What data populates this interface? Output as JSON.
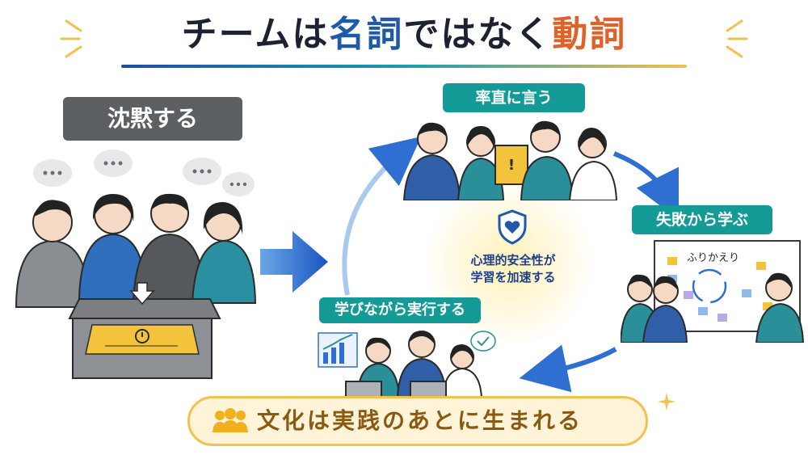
{
  "title": {
    "part1": "チームは",
    "part2": "名詞",
    "part3": "ではなく",
    "part4": "動詞"
  },
  "left": {
    "label": "沈黙する"
  },
  "cycle": {
    "step1": "率直に言う",
    "step2": "失敗から学ぶ",
    "step3": "学びながら実行する",
    "center_line1": "心理的安全性が",
    "center_line2": "学習を加速する",
    "whiteboard": "ふりかえり"
  },
  "banner": {
    "text": "文化は実践のあとに生まれる"
  },
  "colors": {
    "navy": "#1f5aa8",
    "orange": "#e0622a",
    "teal": "#159b97",
    "gray_label": "#5d6063",
    "banner_border": "#f2c14e"
  }
}
